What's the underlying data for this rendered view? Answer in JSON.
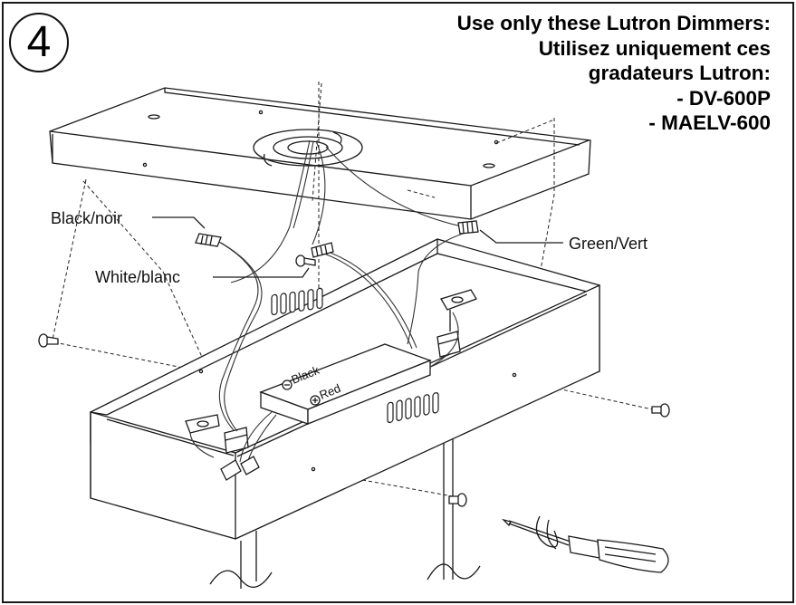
{
  "step": {
    "number": "4"
  },
  "notice": {
    "line1": "Use only these Lutron Dimmers:",
    "line2": "Utilisez uniquement ces",
    "line3": "gradateurs Lutron:",
    "line4": "- DV-600P",
    "line5": "- MAELV-600"
  },
  "labels": {
    "black_wire": "Black/noir",
    "white_wire": "White/blanc",
    "green_wire": "Green/Vert",
    "driver_black": "Black",
    "driver_red": "Red"
  },
  "colors": {
    "line": "#1a1a1a",
    "background": "#ffffff"
  }
}
